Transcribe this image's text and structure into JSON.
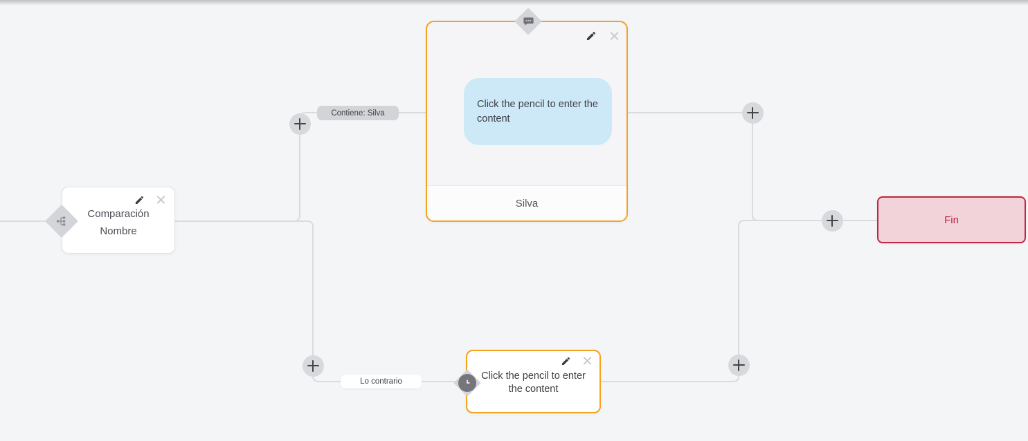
{
  "colors": {
    "canvas-bg": "#f4f5f7",
    "edge": "#d9dbdf",
    "accent-orange": "#f5a21c",
    "node-border": "#e2e4e8",
    "node-text": "#4d4e56",
    "diamond-bg": "#d3d5d9",
    "icon-dark": "#3a3b41",
    "close-gray": "#c7c9cd",
    "plus-bg": "#d8d9dc",
    "plus-glyph": "#43454b",
    "bubble-blue": "#cde9f8",
    "pill-gray": "#d2d4d8",
    "end-bg": "#f2d3da",
    "end-border": "#bf2642",
    "end-text": "#bf2642"
  },
  "condition_node": {
    "line1": "Comparación",
    "line2": "Nombre",
    "icon": "branch-icon"
  },
  "message_node": {
    "bubble_text": "Click the pencil to enter the content",
    "footer_label": "Silva",
    "icon": "chat-bubble-icon"
  },
  "delay_node": {
    "text": "Click the pencil to enter the content",
    "icon": "clock-icon"
  },
  "end_node": {
    "label": "Fin"
  },
  "edge_labels": {
    "top_branch": "Contiene: Silva",
    "bottom_branch": "Lo contrario"
  },
  "actions": {
    "edit": "pencil-icon",
    "remove": "close-icon",
    "add": "plus-icon"
  }
}
